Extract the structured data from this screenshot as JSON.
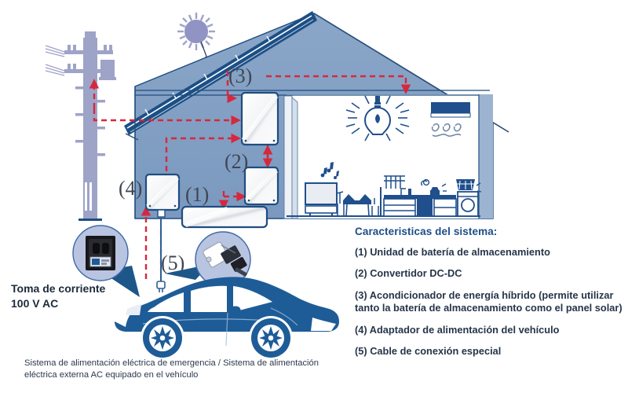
{
  "diagram": {
    "title_semantic": "vehicle-to-home-power-supply-diagram",
    "callouts": {
      "one": "(1)",
      "two": "(2)",
      "three": "(3)",
      "four": "(4)",
      "five": "(5)"
    }
  },
  "features": {
    "heading": "Caracteristicas del sistema:",
    "items": [
      "(1) Unidad de batería de almacenamiento",
      "(2) Convertidor DC-DC",
      "(3) Acondicionador de energía híbrido (permite utilizar tanto la batería de almacenamiento como el panel solar)",
      "(4) Adaptador de alimentación del vehículo",
      "(5) Cable de conexión especial"
    ]
  },
  "outlet": {
    "label_line1": "Toma de corriente",
    "label_line2": "100 V AC"
  },
  "caption": {
    "text": "Sistema de alimentación eléctrica de emergencia / Sistema de alimentación eléctrica externa AC equipado en el vehículo"
  },
  "colors": {
    "wall": "#7f9cc1",
    "wall_dark": "#9cb4d2",
    "roof_outline": "#1f4d80",
    "solar_panel": "#1b4f86",
    "pole": "#9ea3c8",
    "car_body": "#1e5c97",
    "arrow_red": "#d6283c",
    "text_blue": "#1c4e86",
    "text_dark": "#26354a",
    "inset_circle": "#b9c4e0",
    "device_box": "#f2f3f5",
    "device_border": "#1f4d80",
    "interior": "#ffffff",
    "furniture": "#1f4f8c"
  },
  "icons": {
    "sun": "sun-icon",
    "light_bulb": "light-bulb-icon",
    "air_conditioner": "air-conditioner-icon",
    "tv": "television-icon",
    "table": "dining-table-icon",
    "kitchen": "kitchen-counter-icon",
    "washer": "washing-machine-icon",
    "utility_pole": "utility-pole-icon",
    "outlet": "power-outlet-icon",
    "plug": "plug-icon",
    "connector": "special-connector-icon",
    "car": "electric-car-icon"
  }
}
